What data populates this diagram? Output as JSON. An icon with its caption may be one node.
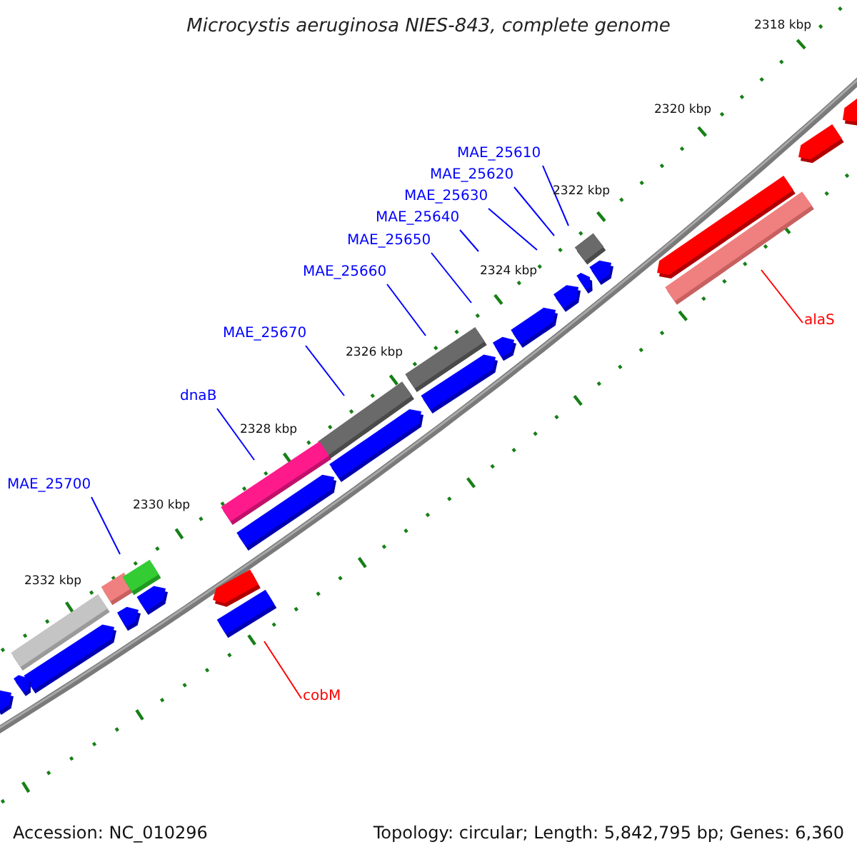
{
  "diagram": {
    "title": "Microcystis aeruginosa NIES-843, complete genome",
    "nodes": [
      {
        "text": [
          "MAE_25610"
        ]
      },
      {
        "text": [
          "MAE_25620"
        ]
      },
      {
        "text": [
          "MAE_25630"
        ]
      },
      {
        "text": [
          "MAE_25640"
        ]
      },
      {
        "text": [
          "MAE_25650"
        ]
      },
      {
        "text": [
          "MAE_25660"
        ]
      },
      {
        "text": [
          "MAE_25670"
        ]
      },
      {
        "text": [
          "dnaB"
        ]
      },
      {
        "text": [
          "MAE_25700"
        ]
      },
      {
        "text": [
          "alaS"
        ]
      },
      {
        "text": [
          "cobM"
        ]
      }
    ],
    "edges": [
      {
        "from": 0,
        "to": null,
        "arrow": "none"
      },
      {
        "from": 1,
        "to": null,
        "arrow": "none"
      },
      {
        "from": 2,
        "to": null,
        "arrow": "none"
      },
      {
        "from": 3,
        "to": null,
        "arrow": "none"
      },
      {
        "from": 4,
        "to": null,
        "arrow": "none"
      },
      {
        "from": 5,
        "to": null,
        "arrow": "none"
      },
      {
        "from": 6,
        "to": null,
        "arrow": "none"
      },
      {
        "from": 7,
        "to": null,
        "arrow": "none"
      },
      {
        "from": 8,
        "to": null,
        "arrow": "none"
      },
      {
        "from": 9,
        "to": null,
        "arrow": "none",
        "color": "#ff0000"
      },
      {
        "from": 10,
        "to": null,
        "arrow": "none",
        "color": "#ff0000"
      }
    ],
    "labels": [
      "2318 kbp",
      "2320 kbp",
      "2322 kbp",
      "2324 kbp",
      "2326 kbp",
      "2328 kbp",
      "2330 kbp",
      "2332 kbp",
      "Accession: NC_010296",
      "Topology: circular; Length: 5,842,795 bp; Genes: 6,360"
    ]
  }
}
